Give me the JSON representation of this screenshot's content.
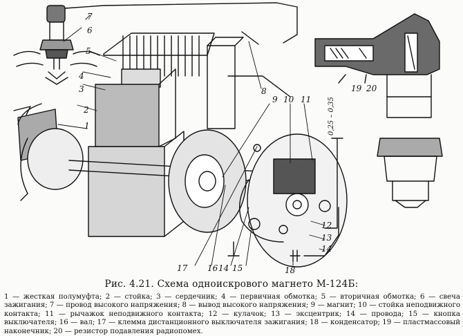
{
  "figure": {
    "caption": "Рис. 4.21. Схема одноискрового магнето М-124Б:",
    "dimension_label": "0,25 – 0,35",
    "legend_text": "1 — жесткая полумуфта; 2 — стойка; 3 — сердечник; 4 — первичная обмотка; 5 — вторичная обмотка; 6 — свеча зажигания; 7 — провод высокого напряжения; 8 — вывод высокого напряжения; 9 — магнит; 10 — стойка неподвижного контакта; 11 — рычажок неподвижного контакта; 12 — кулачок; 13 — эксцентрик; 14 — провода; 15 — кнопка выключателя; 16 — вал; 17 — клемма дистанционного выключателя зажигания; 18 — конденсатор; 19 — пластмассовый наконечник; 20 — резистор подавления радиопомех."
  },
  "callouts": [
    "1",
    "2",
    "3",
    "4",
    "5",
    "6",
    "7",
    "8",
    "9",
    "10",
    "11",
    "12",
    "13",
    "14",
    "15",
    "16",
    "17",
    "18",
    "19",
    "20",
    "14"
  ]
}
